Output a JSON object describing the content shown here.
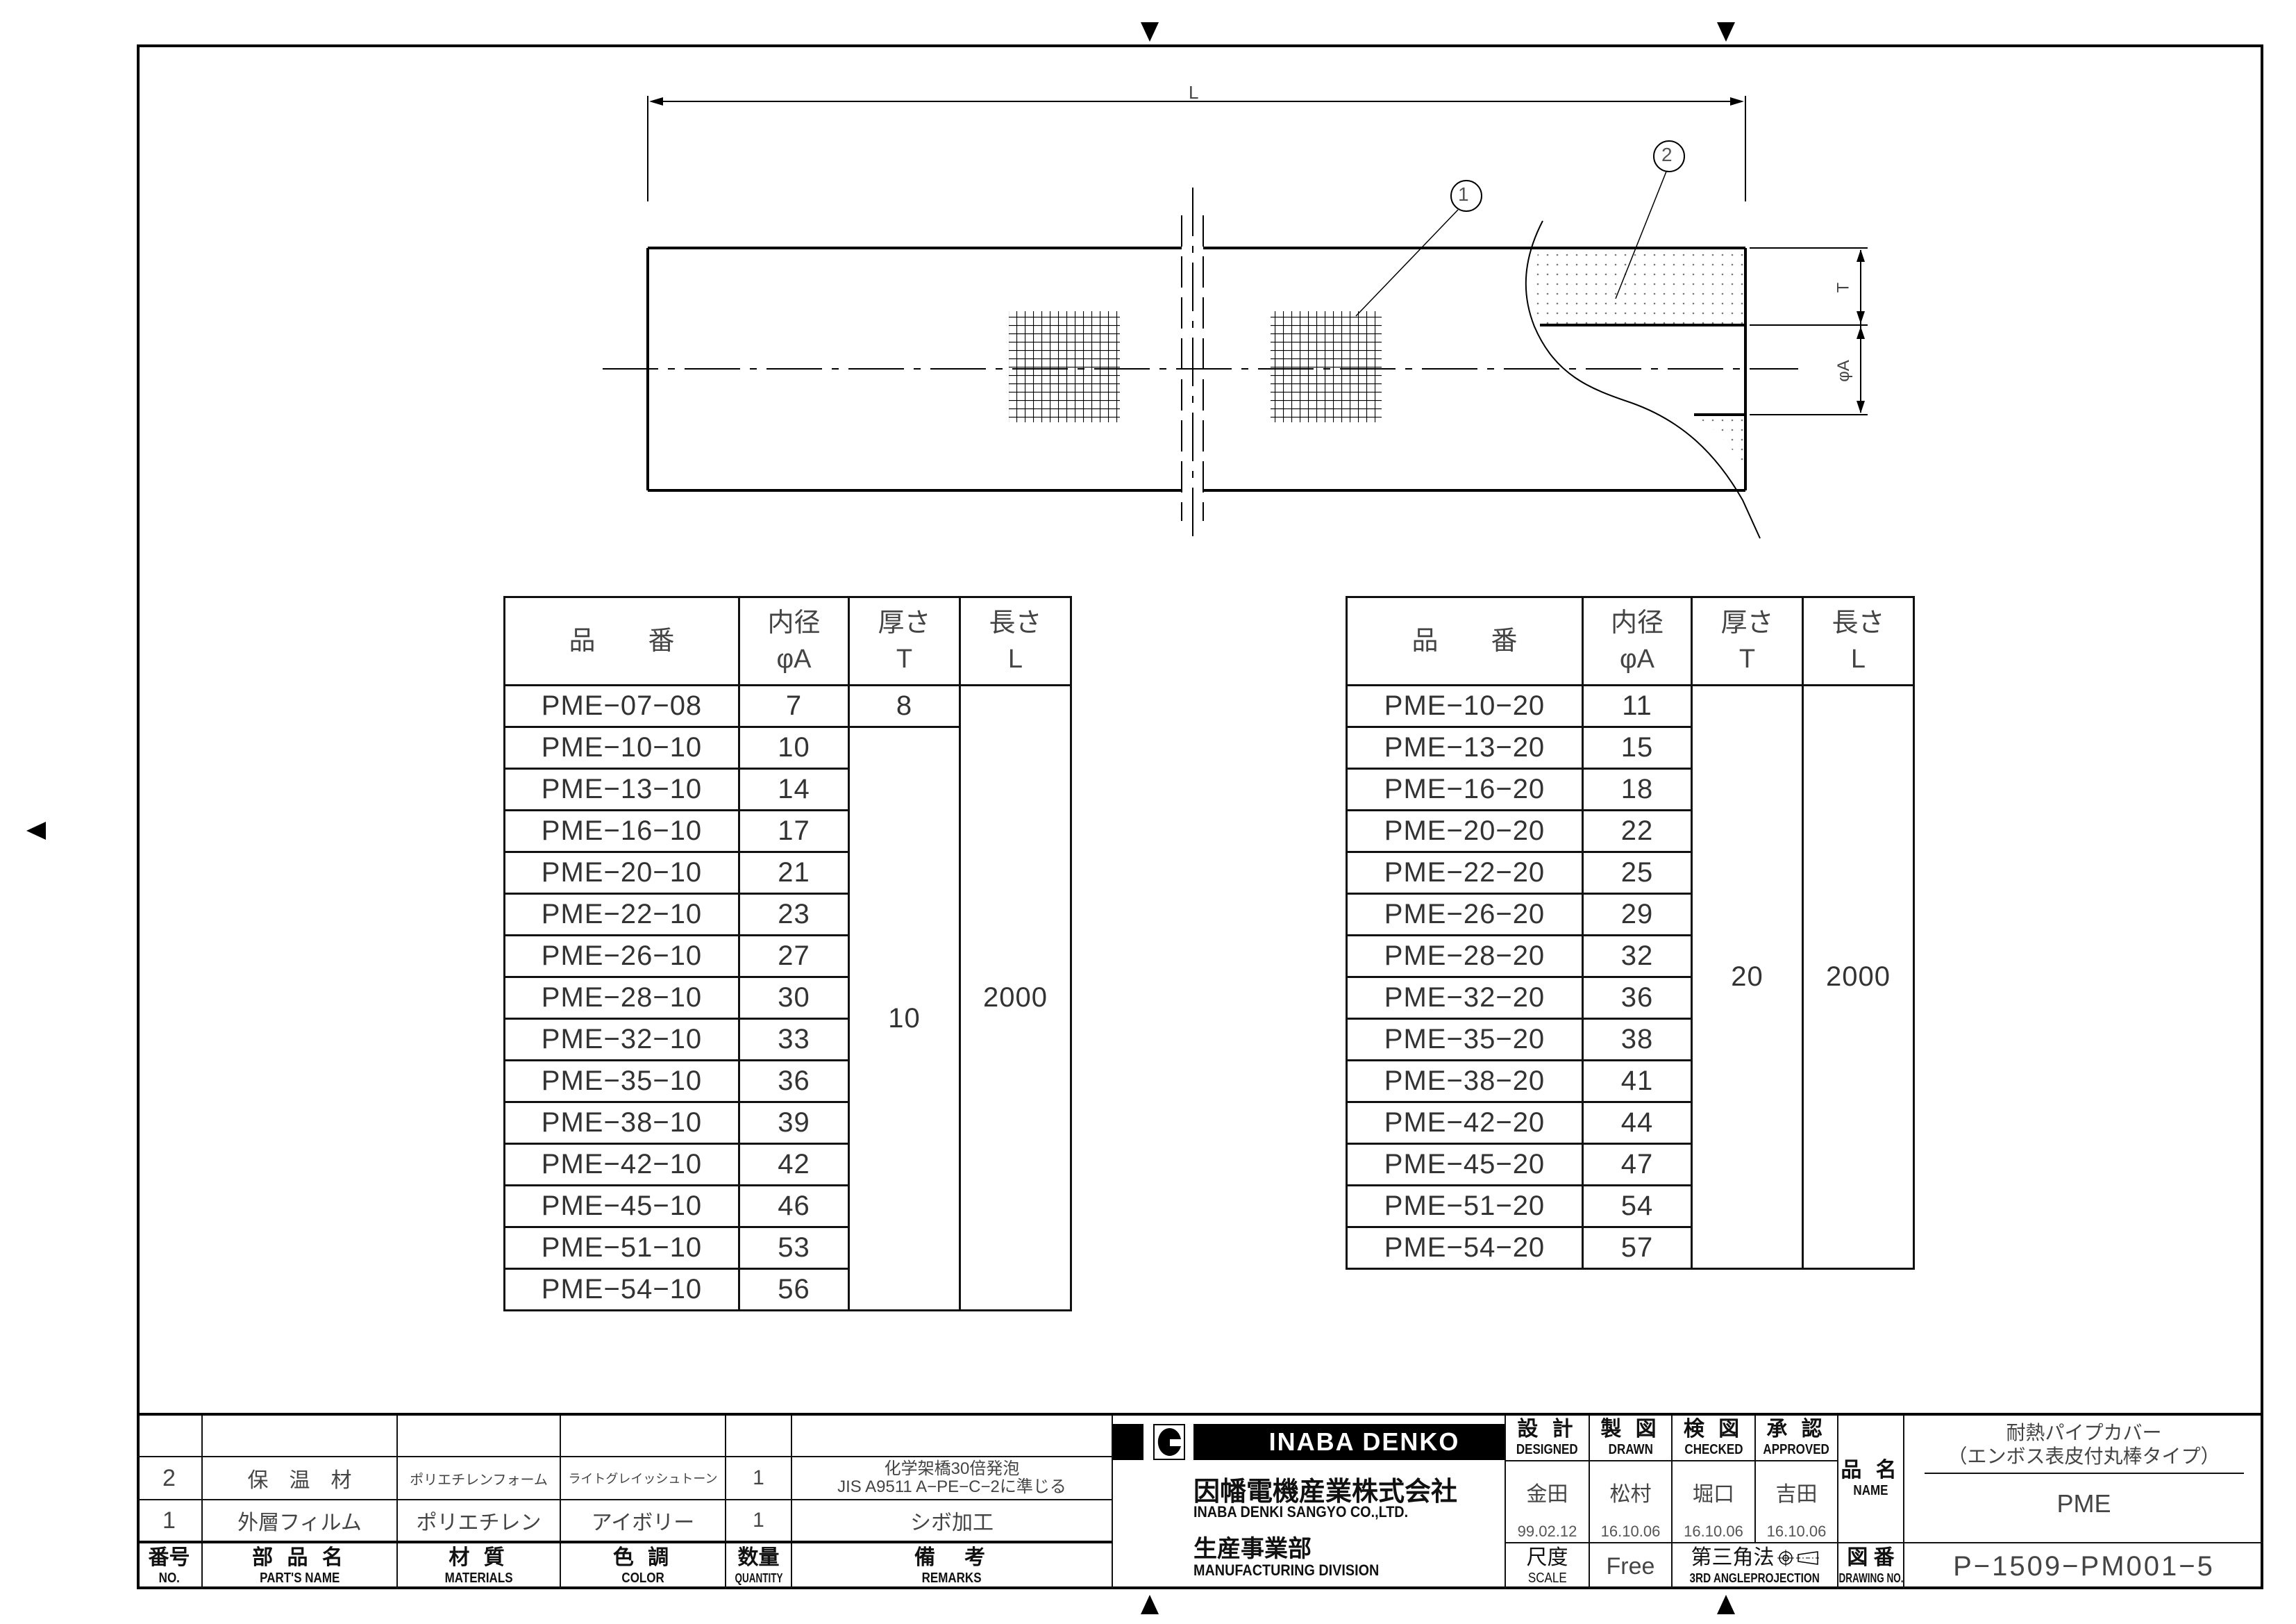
{
  "drawing": {
    "dimension_length_label": "L",
    "dimension_thickness_label": "T",
    "dimension_inner_diameter_label": "φA",
    "balloon_1": "1",
    "balloon_2": "2"
  },
  "table_left": {
    "headers": {
      "part_no": "品　　番",
      "inner_dia_jp": "内径",
      "inner_dia_sym": "φA",
      "thickness_jp": "厚さ",
      "thickness_sym": "T",
      "length_jp": "長さ",
      "length_sym": "L"
    },
    "rows": [
      {
        "part_no": "PME−07−08",
        "inner_dia": "7"
      },
      {
        "part_no": "PME−10−10",
        "inner_dia": "10"
      },
      {
        "part_no": "PME−13−10",
        "inner_dia": "14"
      },
      {
        "part_no": "PME−16−10",
        "inner_dia": "17"
      },
      {
        "part_no": "PME−20−10",
        "inner_dia": "21"
      },
      {
        "part_no": "PME−22−10",
        "inner_dia": "23"
      },
      {
        "part_no": "PME−26−10",
        "inner_dia": "27"
      },
      {
        "part_no": "PME−28−10",
        "inner_dia": "30"
      },
      {
        "part_no": "PME−32−10",
        "inner_dia": "33"
      },
      {
        "part_no": "PME−35−10",
        "inner_dia": "36"
      },
      {
        "part_no": "PME−38−10",
        "inner_dia": "39"
      },
      {
        "part_no": "PME−42−10",
        "inner_dia": "42"
      },
      {
        "part_no": "PME−45−10",
        "inner_dia": "46"
      },
      {
        "part_no": "PME−51−10",
        "inner_dia": "53"
      },
      {
        "part_no": "PME−54−10",
        "inner_dia": "56"
      }
    ],
    "thickness_first": "8",
    "thickness_rest": "10",
    "length_all": "2000"
  },
  "table_right": {
    "headers": {
      "part_no": "品　　番",
      "inner_dia_jp": "内径",
      "inner_dia_sym": "φA",
      "thickness_jp": "厚さ",
      "thickness_sym": "T",
      "length_jp": "長さ",
      "length_sym": "L"
    },
    "rows": [
      {
        "part_no": "PME−10−20",
        "inner_dia": "11"
      },
      {
        "part_no": "PME−13−20",
        "inner_dia": "15"
      },
      {
        "part_no": "PME−16−20",
        "inner_dia": "18"
      },
      {
        "part_no": "PME−20−20",
        "inner_dia": "22"
      },
      {
        "part_no": "PME−22−20",
        "inner_dia": "25"
      },
      {
        "part_no": "PME−26−20",
        "inner_dia": "29"
      },
      {
        "part_no": "PME−28−20",
        "inner_dia": "32"
      },
      {
        "part_no": "PME−32−20",
        "inner_dia": "36"
      },
      {
        "part_no": "PME−35−20",
        "inner_dia": "38"
      },
      {
        "part_no": "PME−38−20",
        "inner_dia": "41"
      },
      {
        "part_no": "PME−42−20",
        "inner_dia": "44"
      },
      {
        "part_no": "PME−45−20",
        "inner_dia": "47"
      },
      {
        "part_no": "PME−51−20",
        "inner_dia": "54"
      },
      {
        "part_no": "PME−54−20",
        "inner_dia": "57"
      }
    ],
    "thickness_all": "20",
    "length_all": "2000"
  },
  "parts_list": {
    "headers": {
      "no_jp": "番号",
      "no_en": "NO.",
      "name_jp": "部 品 名",
      "name_en": "PART'S NAME",
      "material_jp": "材 質",
      "material_en": "MATERIALS",
      "color_jp": "色 調",
      "color_en": "COLOR",
      "qty_jp": "数量",
      "qty_en": "QUANTITY",
      "remarks_jp": "備　考",
      "remarks_en": "REMARKS"
    },
    "rows": [
      {
        "no": "2",
        "name": "保　温　材",
        "material": "ポリエチレンフォーム",
        "color": "ライトグレイッシュトーン",
        "qty": "1",
        "remarks_line1": "化学架橋30倍発泡",
        "remarks_line2": "JIS A9511 A−PE−C−2に準じる"
      },
      {
        "no": "1",
        "name": "外層フィルム",
        "material": "ポリエチレン",
        "color": "アイボリー",
        "qty": "1",
        "remarks_line1": "シボ加工",
        "remarks_line2": ""
      }
    ]
  },
  "company": {
    "logo_text": "INABA DENKO",
    "name_jp": "因幡電機産業株式会社",
    "name_en": "INABA DENKI SANGYO CO.,LTD.",
    "division_jp": "生産事業部",
    "division_en": "MANUFACTURING DIVISION"
  },
  "approvals": {
    "designed_jp": "設 計",
    "designed_en": "DESIGNED",
    "designed_by": "金田",
    "designed_date": "99.02.12",
    "drawn_jp": "製 図",
    "drawn_en": "DRAWN",
    "drawn_by": "松村",
    "drawn_date": "16.10.06",
    "checked_jp": "検 図",
    "checked_en": "CHECKED",
    "checked_by": "堀口",
    "checked_date": "16.10.06",
    "approved_jp": "承 認",
    "approved_en": "APPROVED",
    "approved_by": "吉田",
    "approved_date": "16.10.06"
  },
  "scale": {
    "label_jp": "尺度",
    "label_en": "SCALE",
    "value": "Free"
  },
  "projection": {
    "label_jp": "第三角法",
    "label_en": "3RD ANGLEPROJECTION"
  },
  "product_name": {
    "label_jp": "品 名",
    "label_en": "NAME",
    "line1": "耐熱パイプカバー",
    "line2": "（エンボス表皮付丸棒タイプ）",
    "code": "PME"
  },
  "drawing_number": {
    "label_jp": "図 番",
    "label_en": "DRAWING NO.",
    "value": "P−1509−PM001−5"
  }
}
